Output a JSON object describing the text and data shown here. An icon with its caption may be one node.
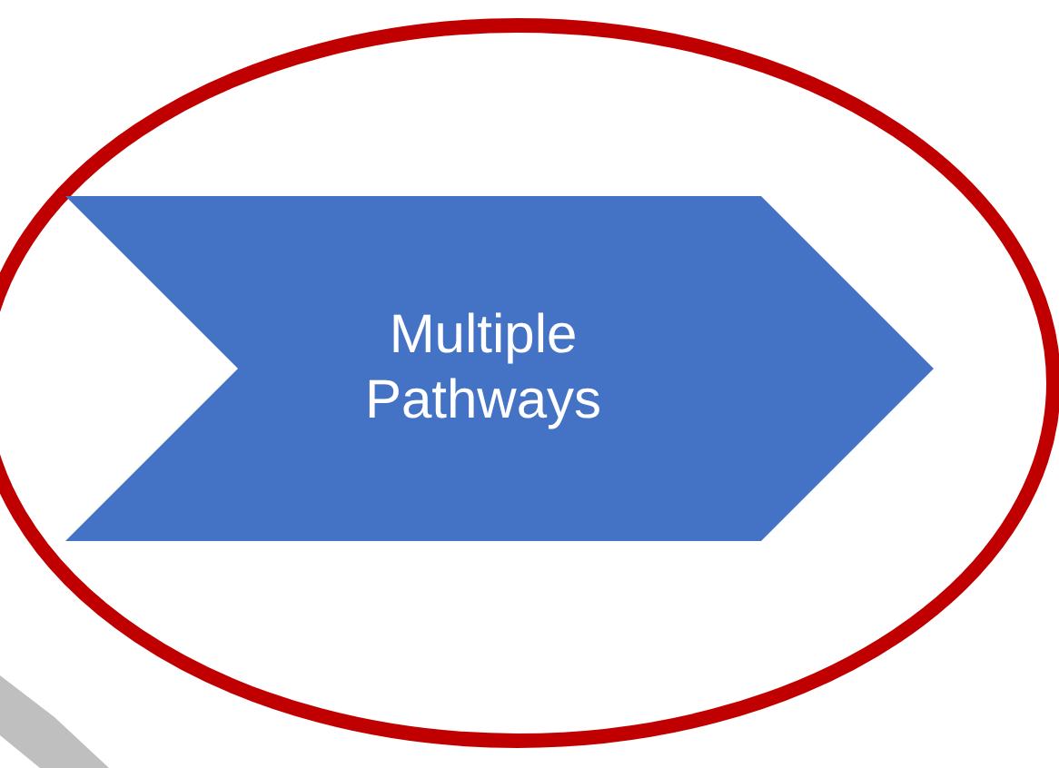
{
  "diagram": {
    "nodes": [
      {
        "text": [],
        "shape": "ellipse"
      },
      {
        "text": [
          "Multiple Pathways"
        ],
        "in": 0
      }
    ]
  }
}
